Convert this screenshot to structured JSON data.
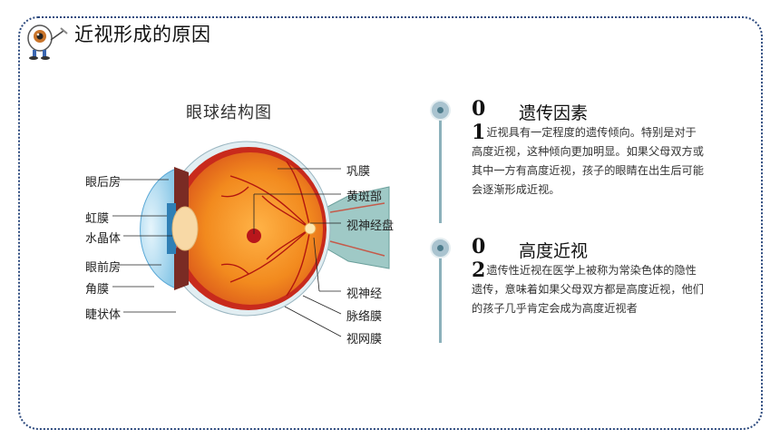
{
  "title": "近视形成的原因",
  "diagram": {
    "title": "眼球结构图",
    "labels_left": [
      "眼后房",
      "虹膜",
      "水晶体",
      "眼前房",
      "角膜",
      "睫状体"
    ],
    "labels_right": [
      "巩膜",
      "黄斑部",
      "视神经盘",
      "视神经",
      "脉络膜",
      "视网膜"
    ]
  },
  "sections": [
    {
      "number_top": "0",
      "number_bottom": "1",
      "heading": "遗传因素",
      "body": "近视具有一定程度的遗传倾向。特别是对于高度近视，这种倾向更加明显。如果父母双方或其中一方有高度近视，孩子的眼睛在出生后可能会逐渐形成近视。"
    },
    {
      "number_top": "0",
      "number_bottom": "2",
      "heading": "高度近视",
      "body": "遗传性近视在医学上被称为常染色体的隐性遗传，意味着如果父母双方都是高度近视，他们的孩子几乎肯定会成为高度近视者"
    }
  ],
  "colors": {
    "frame": "#2d4a7e",
    "accent_dot": "#a9c3cf",
    "accent_bar": "#8cb1bb",
    "eye_orange": "#f08a1c",
    "eye_red": "#c0151a",
    "iris_blue": "#5aa8d6"
  }
}
